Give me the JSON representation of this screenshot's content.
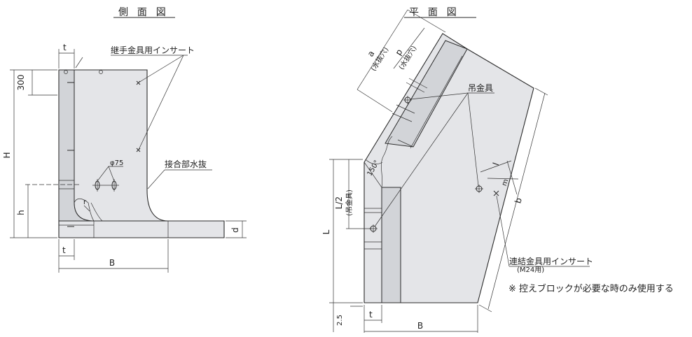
{
  "side_view": {
    "title": "側 面 図",
    "dims": {
      "t": "t",
      "h300": "300",
      "H": "H",
      "h": "h",
      "d": "d",
      "B": "B",
      "t2": "t"
    },
    "labels": {
      "insert": "継手金具用インサート",
      "drain": "接合部水抜",
      "phi": "φ75",
      "r": "r"
    }
  },
  "plan_view": {
    "title": "平 面 図",
    "dims": {
      "a": "a",
      "a_sub": "(水抜穴)",
      "p": "p",
      "p_sub": "(水抜穴)",
      "L2": "L/2",
      "L2_sub": "(吊金具)",
      "L": "L",
      "l": "l",
      "m": "m",
      "b": "b",
      "B": "B",
      "t": "t",
      "v25": "2.5",
      "angle": "150°"
    },
    "labels": {
      "hanger": "吊金具",
      "connect": "連結金具用インサート",
      "connect_sub": "(M24用)"
    }
  },
  "note": "※ 控えブロックが必要な時のみ使用する"
}
